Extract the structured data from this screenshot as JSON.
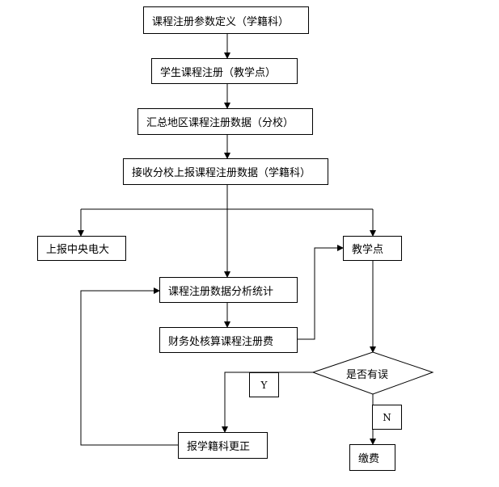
{
  "nodes": {
    "define_params": "课程注册参数定义（学籍科）",
    "student_register": "学生课程注册（教学点）",
    "summarize_region": "汇总地区课程注册数据（分校）",
    "receive_report": "接收分校上报课程注册数据（学籍科）",
    "report_central": "上报中央电大",
    "teaching_point": "教学点",
    "analyze_stats": "课程注册数据分析统计",
    "finance_fee": "财务处核算课程注册费",
    "decision": "是否有误",
    "yes_label": "Y",
    "no_label": "N",
    "correction": "报学籍科更正",
    "pay": "缴费"
  }
}
